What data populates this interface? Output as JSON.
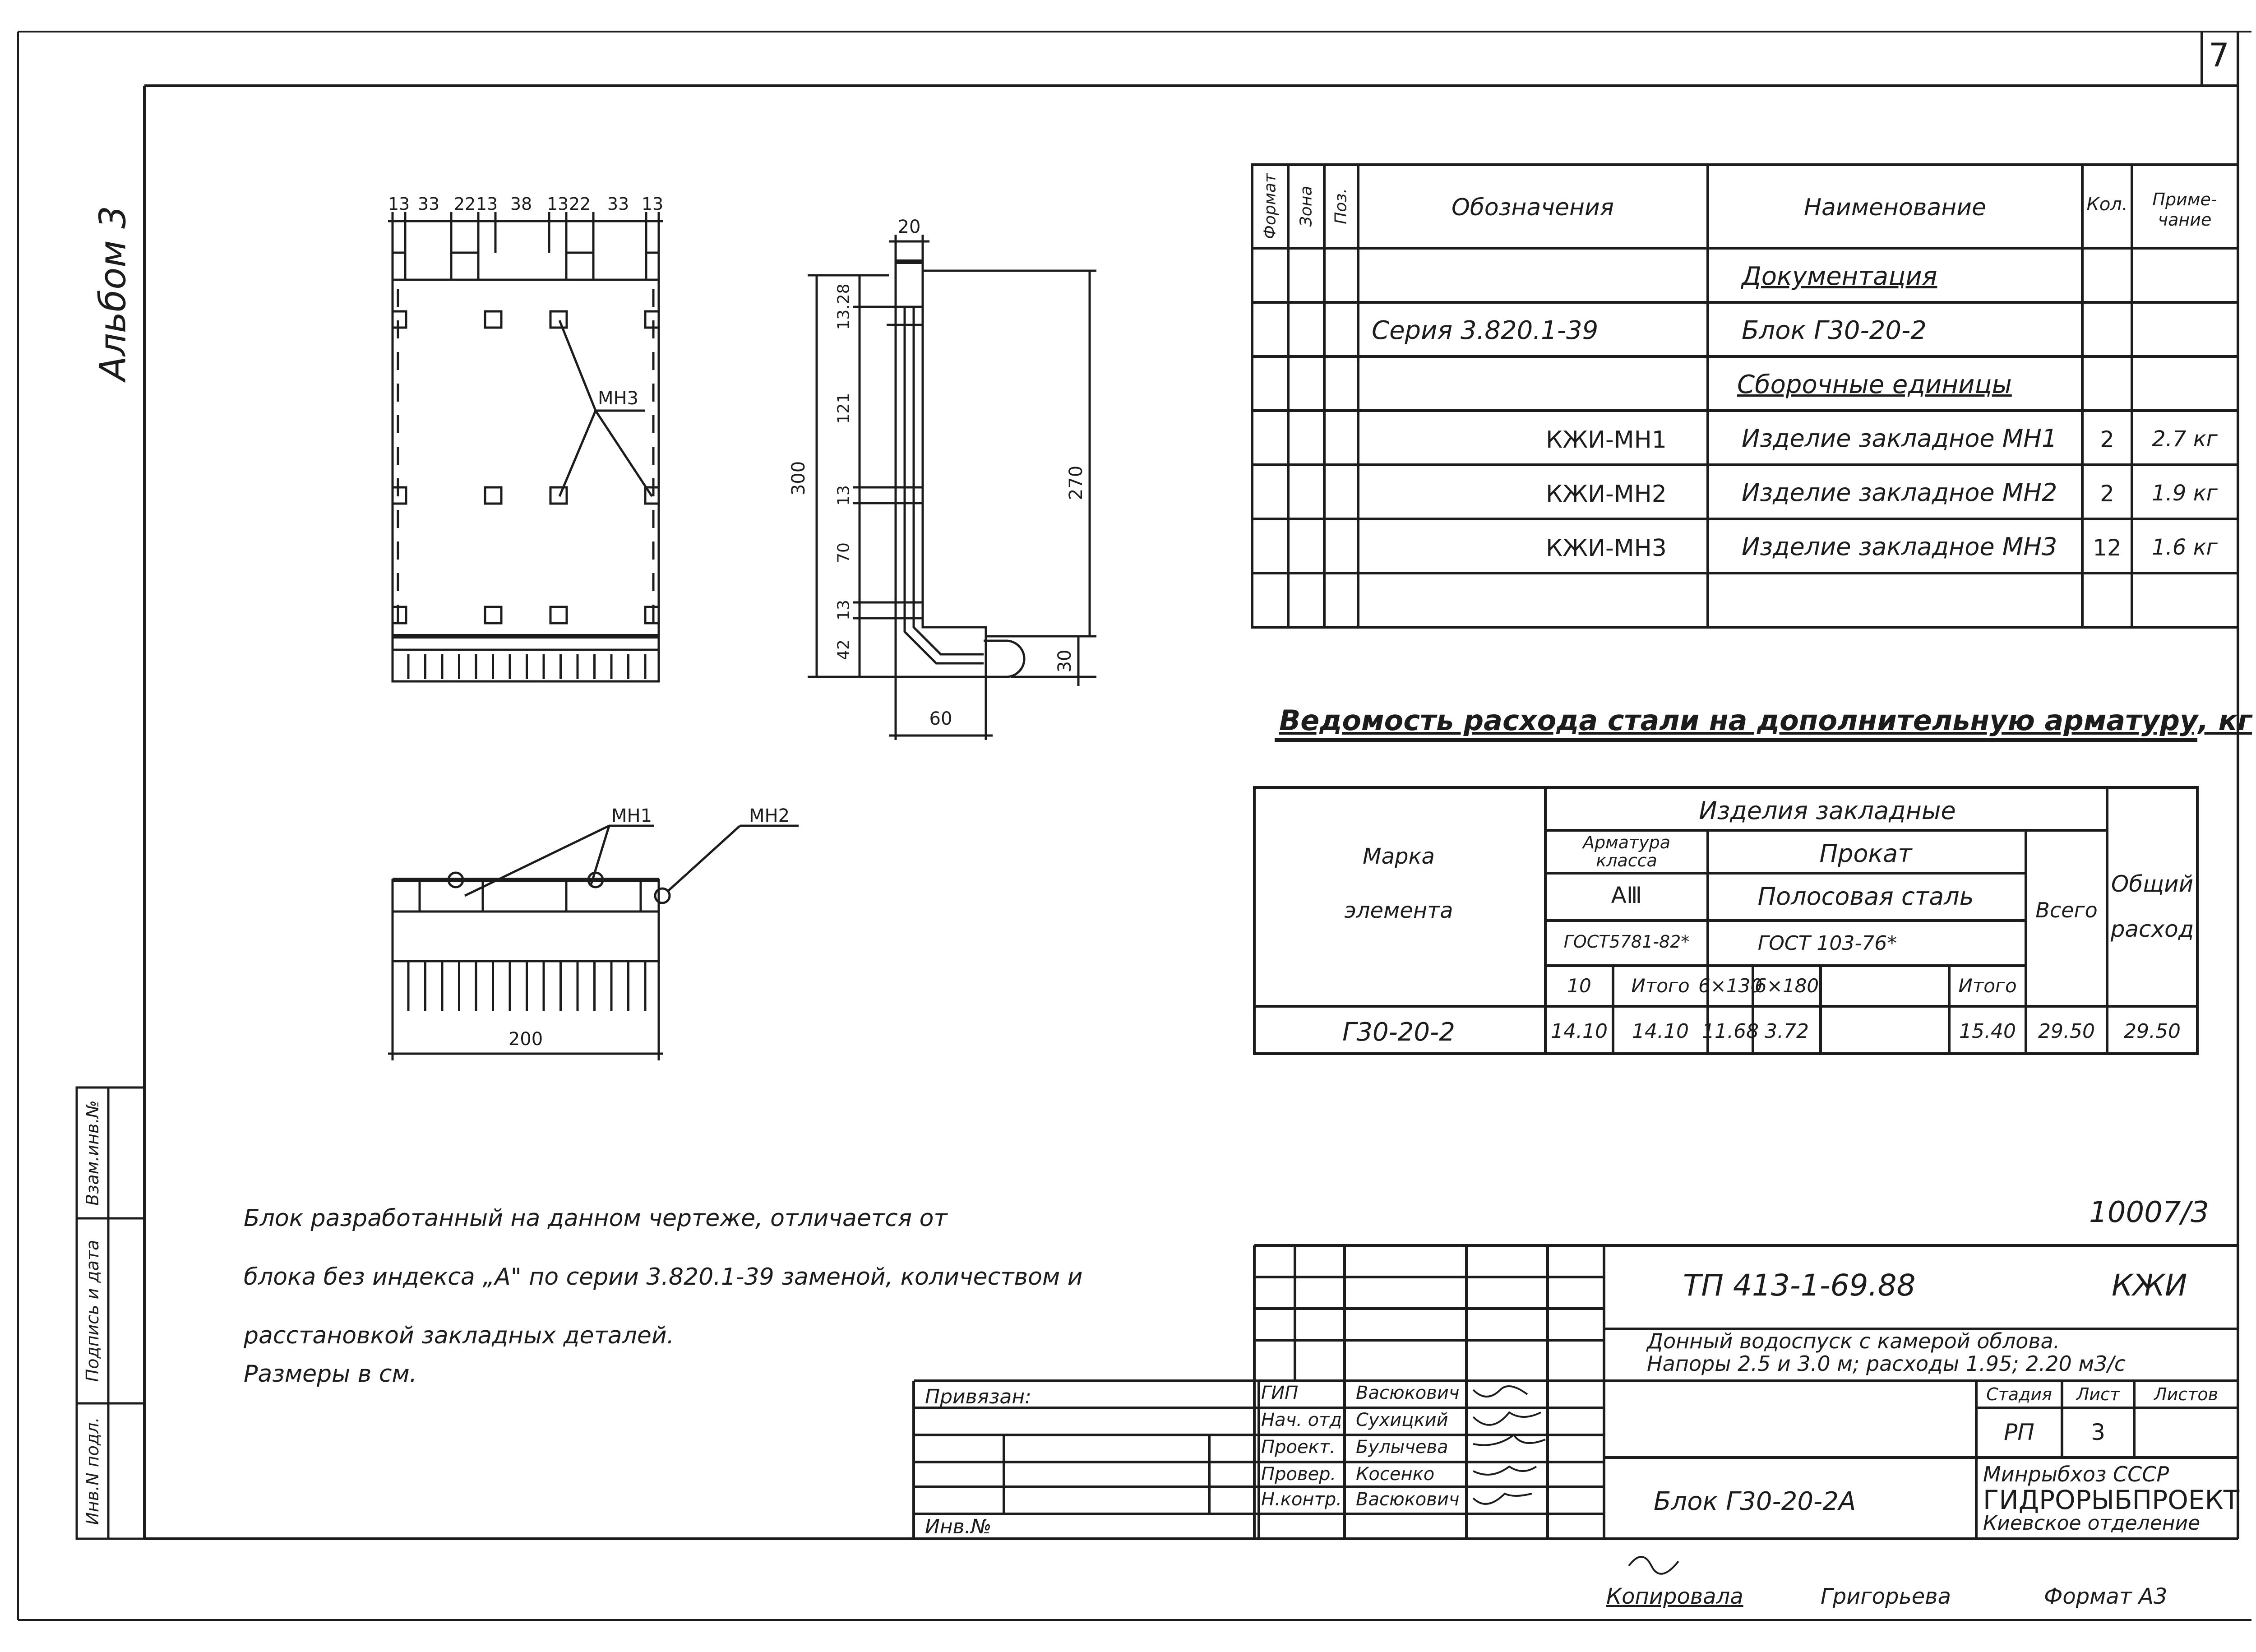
{
  "sheet": {
    "page_number": "7",
    "album": "Альбом 3",
    "doc_number": "10007/3",
    "copied_by_label": "Копировала",
    "copied_by_name": "Григорьева",
    "format_label": "Формат А3"
  },
  "side_stamp": {
    "vzam": "Взам.инв.№",
    "podpis": "Подпись и дата",
    "inv_podl": "Инв.N подл."
  },
  "drawing": {
    "top_dims": [
      "13",
      "33",
      "22",
      "13",
      "38",
      "13",
      "22",
      "33",
      "13"
    ],
    "mn3": "МН3",
    "mn1": "МН1",
    "mn2": "МН2",
    "dim_200": "200",
    "dim_20": "20",
    "dim_60": "60",
    "dim_300": "300",
    "dim_270": "270",
    "dim_30": "30",
    "side_dims": [
      "13.28",
      "121",
      "13",
      "70",
      "13",
      "42"
    ]
  },
  "spec": {
    "headers": {
      "format": "Формат",
      "zona": "Зона",
      "poz": "Поз.",
      "oboz": "Обозначения",
      "naim": "Наименование",
      "kol": "Кол.",
      "prim1": "Приме-",
      "prim2": "чание"
    },
    "rows": [
      {
        "oboz": "",
        "naim": "Документация",
        "kol": "",
        "prim": ""
      },
      {
        "oboz": "Серия 3.820.1-39",
        "naim": "Блок Г30-20-2",
        "kol": "",
        "prim": ""
      },
      {
        "oboz": "",
        "naim": "Сборочные единицы",
        "kol": "",
        "prim": ""
      },
      {
        "oboz": "КЖИ-МН1",
        "naim": "Изделие закладное МН1",
        "kol": "2",
        "prim": "2.7 кг"
      },
      {
        "oboz": "КЖИ-МН2",
        "naim": "Изделие закладное МН2",
        "kol": "2",
        "prim": "1.9 кг"
      },
      {
        "oboz": "КЖИ-МН3",
        "naim": "Изделие закладное МН3",
        "kol": "12",
        "prim": "1.6 кг"
      }
    ]
  },
  "steel": {
    "title": "Ведомость расхода стали на дополнительную арматуру, кг",
    "marka1": "Марка",
    "marka2": "элемента",
    "izdelia": "Изделия закладные",
    "armatura1": "Арматура",
    "armatura2": "класса",
    "prokat": "Прокат",
    "a3": "АⅢ",
    "polosovaya": "Полосовая сталь",
    "gost5781": "ГОСТ5781-82*",
    "gost103": "ГОСТ 103-76*",
    "vsego": "Всего",
    "obsh1": "Общий",
    "obsh2": "расход",
    "sub": [
      "10",
      "Итого",
      "6×130",
      "6×180",
      "",
      "Итого"
    ],
    "row": {
      "mark": "Г30-20-2",
      "v": [
        "14.10",
        "14.10",
        "11.68",
        "3.72",
        "",
        "15.40",
        "29.50",
        "29.50"
      ]
    }
  },
  "notes": {
    "line1": "Блок разработанный на данном чертеже, отличается от",
    "line2": "блока без индекса „А\" по серии 3.820.1-39 заменой, количеством и",
    "line3": "расстановкой закладных деталей.",
    "line4": "Размеры в см."
  },
  "title_block": {
    "privyazan": "Привязан:",
    "inv_no": "Инв.№",
    "code": "ТП 413-1-69.88",
    "kzhi": "КЖИ",
    "project1": "Донный водоспуск с камерой облова.",
    "project2": "Напоры 2.5 и 3.0 м; расходы 1.95; 2.20 м3/с",
    "stadiya": "Стадия",
    "list": "Лист",
    "listov": "Листов",
    "stadiya_val": "РП",
    "list_val": "3",
    "sheet_name": "Блок Г30-20-2А",
    "org1": "Минрыбхоз СССР",
    "org2": "ГИДРОРЫБПРОЕКТ",
    "org3": "Киевское отделение",
    "people": [
      {
        "role": "ГИП",
        "name": "Васюкович"
      },
      {
        "role": "Нач. отд.",
        "name": "Сухицкий"
      },
      {
        "role": "Проект.",
        "name": "Булычева"
      },
      {
        "role": "Провер.",
        "name": "Косенко"
      },
      {
        "role": "Н.контр.",
        "name": "Васюкович"
      }
    ]
  }
}
